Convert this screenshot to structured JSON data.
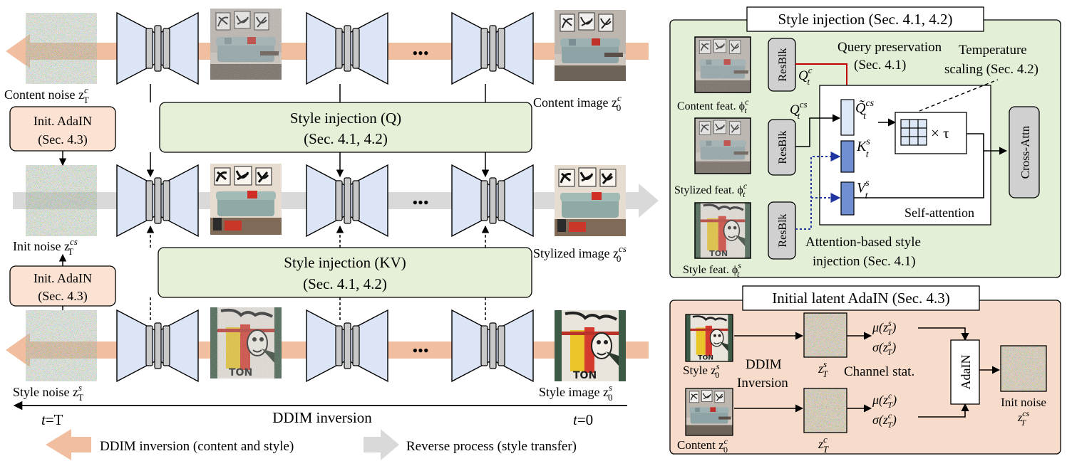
{
  "colors": {
    "inversion_arrow": "#f2bea0",
    "reverse_arrow": "#d9d9d9",
    "unet_fill": "#dbe5f5",
    "block_fill": "#c8c8c8",
    "green_box": "#e6f0d8",
    "green_panel": "#e3efd6",
    "peach_box": "#fbe2d2",
    "peach_panel": "#f8dccb",
    "query_arrow": "#c00000",
    "kv_arrow": "#2035a0",
    "kv_block": "#6f8fd0",
    "q_block": "#dde8f6"
  },
  "left": {
    "content_noise_label": "Content noise z",
    "content_noise_sup": "c",
    "content_noise_sub": "T",
    "init_adain_1": {
      "line1": "Init. AdaIN",
      "line2": "(Sec. 4.3)"
    },
    "init_noise_label": "Init noise z",
    "init_noise_sup": "cs",
    "init_noise_sub": "T",
    "init_adain_2": {
      "line1": "Init. AdaIN",
      "line2": "(Sec. 4.3)"
    },
    "style_noise_label": "Style noise z",
    "style_noise_sup": "s",
    "style_noise_sub": "T",
    "style_injection_q": {
      "line1": "Style injection (Q)",
      "line2": "(Sec. 4.1, 4.2)"
    },
    "style_injection_kv": {
      "line1": "Style injection (KV)",
      "line2": "(Sec. 4.1, 4.2)"
    },
    "content_image_label": "Content image z",
    "content_image_sup": "c",
    "content_image_sub": "0",
    "stylized_image_label": "Stylized image z",
    "stylized_image_sup": "cs",
    "stylized_image_sub": "0",
    "style_image_label": "Style image z",
    "style_image_sup": "s",
    "style_image_sub": "0",
    "ellipsis": "•••",
    "timeline_start_t": "t",
    "timeline_start_val": "=T",
    "timeline_title": "DDIM inversion",
    "timeline_end_t": "t",
    "timeline_end_val": "=0",
    "legend_inversion": "DDIM inversion (content and style)",
    "legend_reverse": "Reverse process (style transfer)"
  },
  "style_panel": {
    "title": "Style injection (Sec. 4.1, 4.2)",
    "resblk": "ResBlk",
    "query_preservation": "Query preservation",
    "query_preservation_sec": "(Sec. 4.1)",
    "temperature": "Temperature",
    "temperature_sec": "scaling (Sec. 4.2)",
    "content_feat": "Content feat. ϕ",
    "content_feat_sup": "c",
    "content_feat_sub": "t",
    "stylized_feat": "Stylized feat. ϕ",
    "stylized_feat_sup": "c",
    "stylized_feat_sub": "t",
    "style_feat": "Style feat. ϕ",
    "style_feat_sup": "s",
    "style_feat_sub": "t",
    "q_c": "Q",
    "q_c_sup": "c",
    "q_c_sub": "t",
    "q_cs": "Q",
    "q_cs_sup": "cs",
    "q_cs_sub": "t",
    "q_tilde": "Q̃",
    "q_tilde_sup": "cs",
    "q_tilde_sub": "t",
    "k_s": "K",
    "k_s_sup": "s",
    "k_s_sub": "t",
    "v_s": "V",
    "v_s_sup": "s",
    "v_s_sub": "t",
    "times_tau": "× τ",
    "cross_attn": "Cross-Attn",
    "self_attention": "Self-attention",
    "attn_injection_1": "Attention-based style",
    "attn_injection_2": "injection (Sec. 4.1)"
  },
  "adain_panel": {
    "title": "Initial latent AdaIN (Sec. 4.3)",
    "style_label": "Style z",
    "style_sup": "s",
    "style_sub": "0",
    "content_label": "Content z",
    "content_sup": "c",
    "content_sub": "0",
    "ddim_1": "DDIM",
    "ddim_2": "Inversion",
    "zs": "z",
    "zs_sup": "s",
    "zs_sub": "T",
    "zc": "z",
    "zc_sup": "c",
    "zc_sub": "T",
    "channel_stat": "Channel stat.",
    "mu_s": "μ(z",
    "mu_s_sup": "s",
    "mu_s_sub": "T",
    "close": ")",
    "sigma_s": "σ(z",
    "mu_c": "μ(z",
    "mu_c_sup": "c",
    "mu_c_sub": "T",
    "sigma_c": "σ(z",
    "adain": "AdaIN",
    "init_noise_1": "Init noise",
    "init_noise_z": "z",
    "init_noise_sup": "cs",
    "init_noise_sub": "T"
  }
}
